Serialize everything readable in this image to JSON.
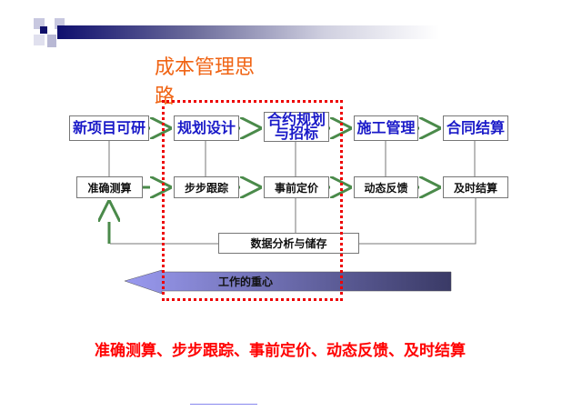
{
  "title": "成本管理思路",
  "stages": [
    "新项目可研",
    "规划设计",
    "合约规划与招标",
    "施工管理",
    "合同结算"
  ],
  "stage3_lines": [
    "合约规划",
    "与招标"
  ],
  "actions": [
    "准确测算",
    "步步跟踪",
    "事前定价",
    "动态反馈",
    "及时结算"
  ],
  "data_box": "数据分析与储存",
  "focus_arrow": "工作的重心",
  "summary": "准确测算、步步跟踪、事前定价、动态反馈、及时结算",
  "colors": {
    "title": "#f06414",
    "stage_text": "#1a1ac8",
    "highlight": "#ee0000",
    "summary": "#ff0000"
  }
}
